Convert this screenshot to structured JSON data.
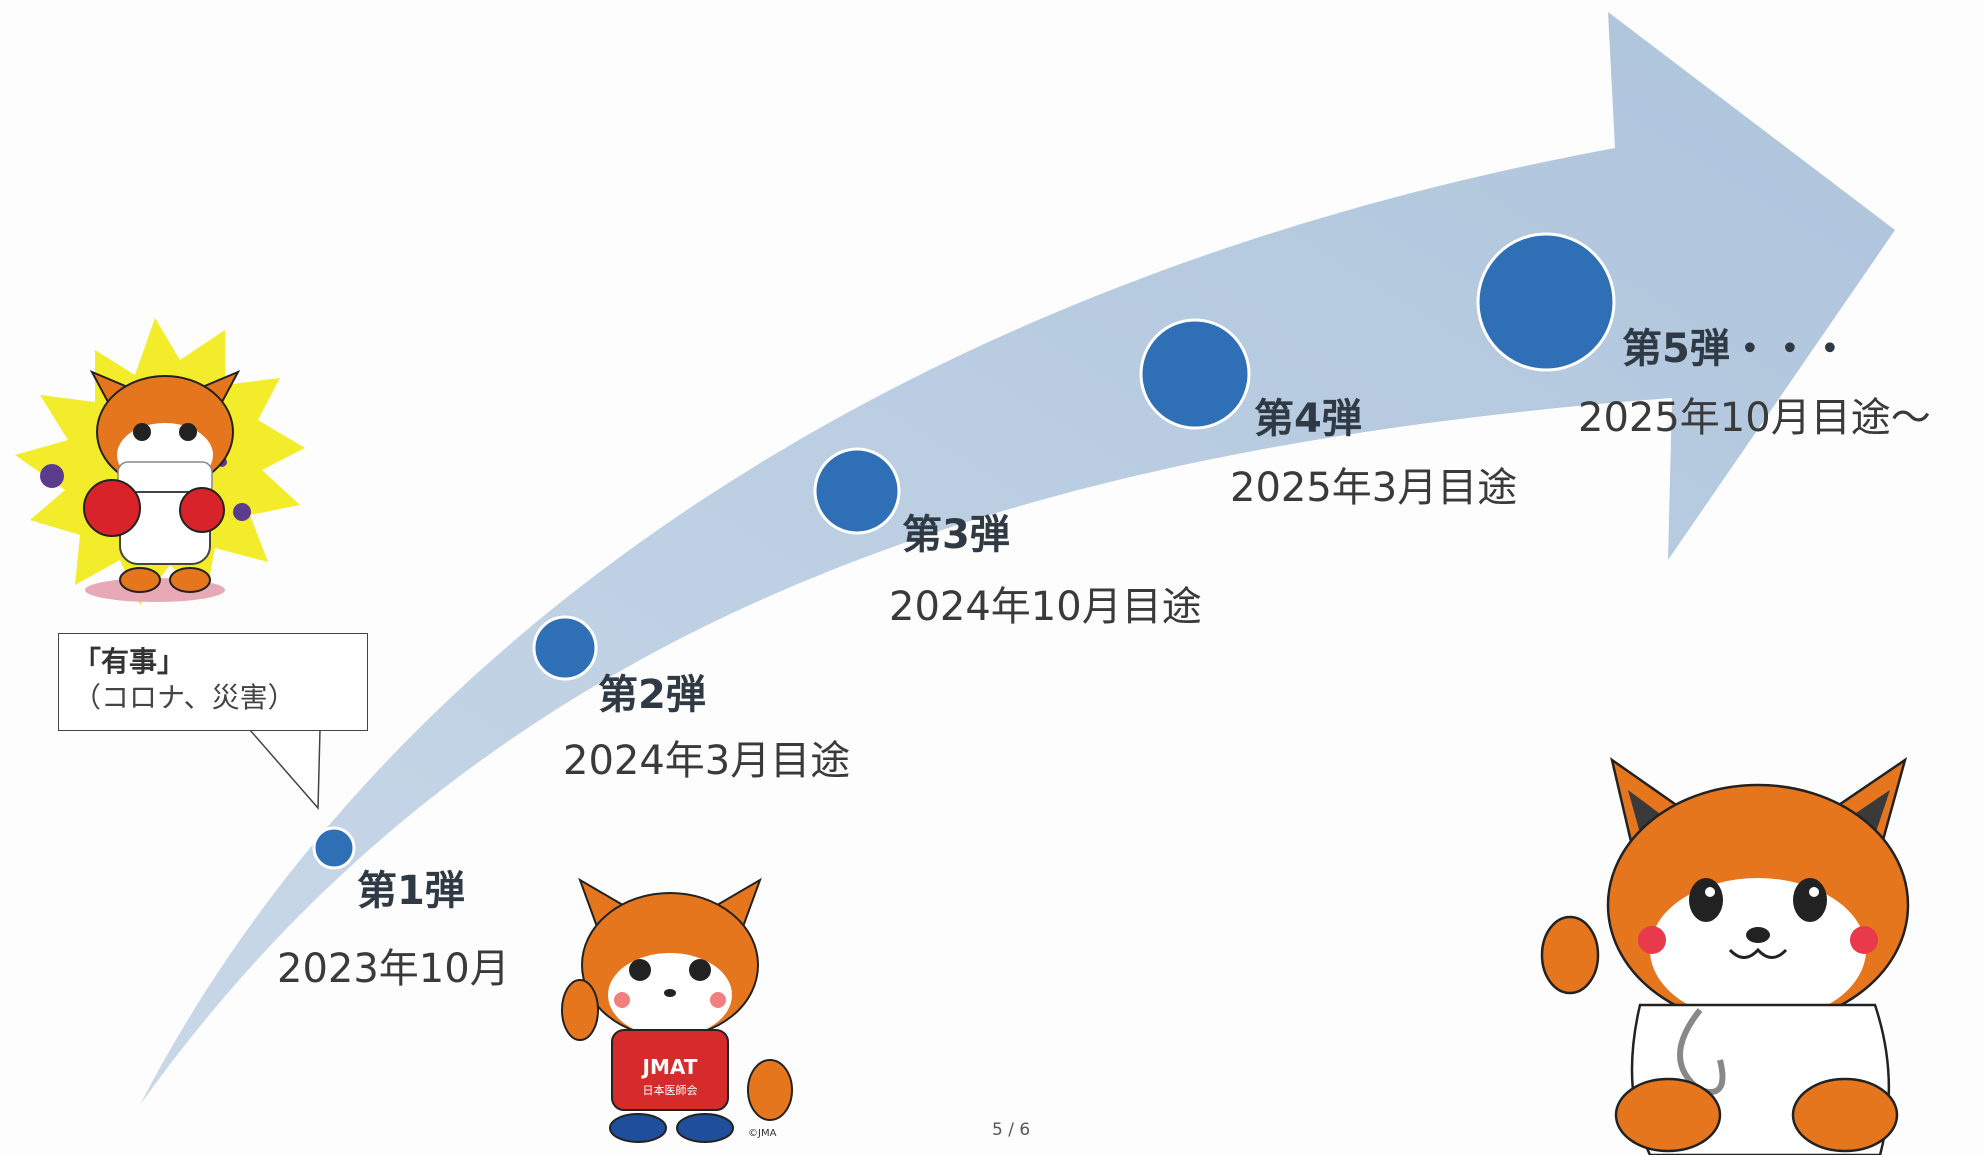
{
  "milestones": [
    {
      "title": "第1弾",
      "date": "2023年10月"
    },
    {
      "title": "第2弾",
      "date": "2024年3月目途"
    },
    {
      "title": "第3弾",
      "date": "2024年10月目途"
    },
    {
      "title": "第4弾",
      "date": "2025年3月目途"
    },
    {
      "title": "第5弾・・・",
      "date": "2025年10月目途～"
    }
  ],
  "callout": {
    "title": "「有事」",
    "subtitle": "（コロナ、災害）"
  },
  "mascot_badge": {
    "jmat": "JMAT",
    "org": "日本医師会",
    "copyright": "©JMA"
  },
  "page_number": "5 / 6",
  "colors": {
    "arrow": "#b6cbe0",
    "dot": "#2f6fb6",
    "dot_border": "#ffffff",
    "mascot_orange": "#e6761e",
    "burst_yellow": "#f3ec2a"
  }
}
